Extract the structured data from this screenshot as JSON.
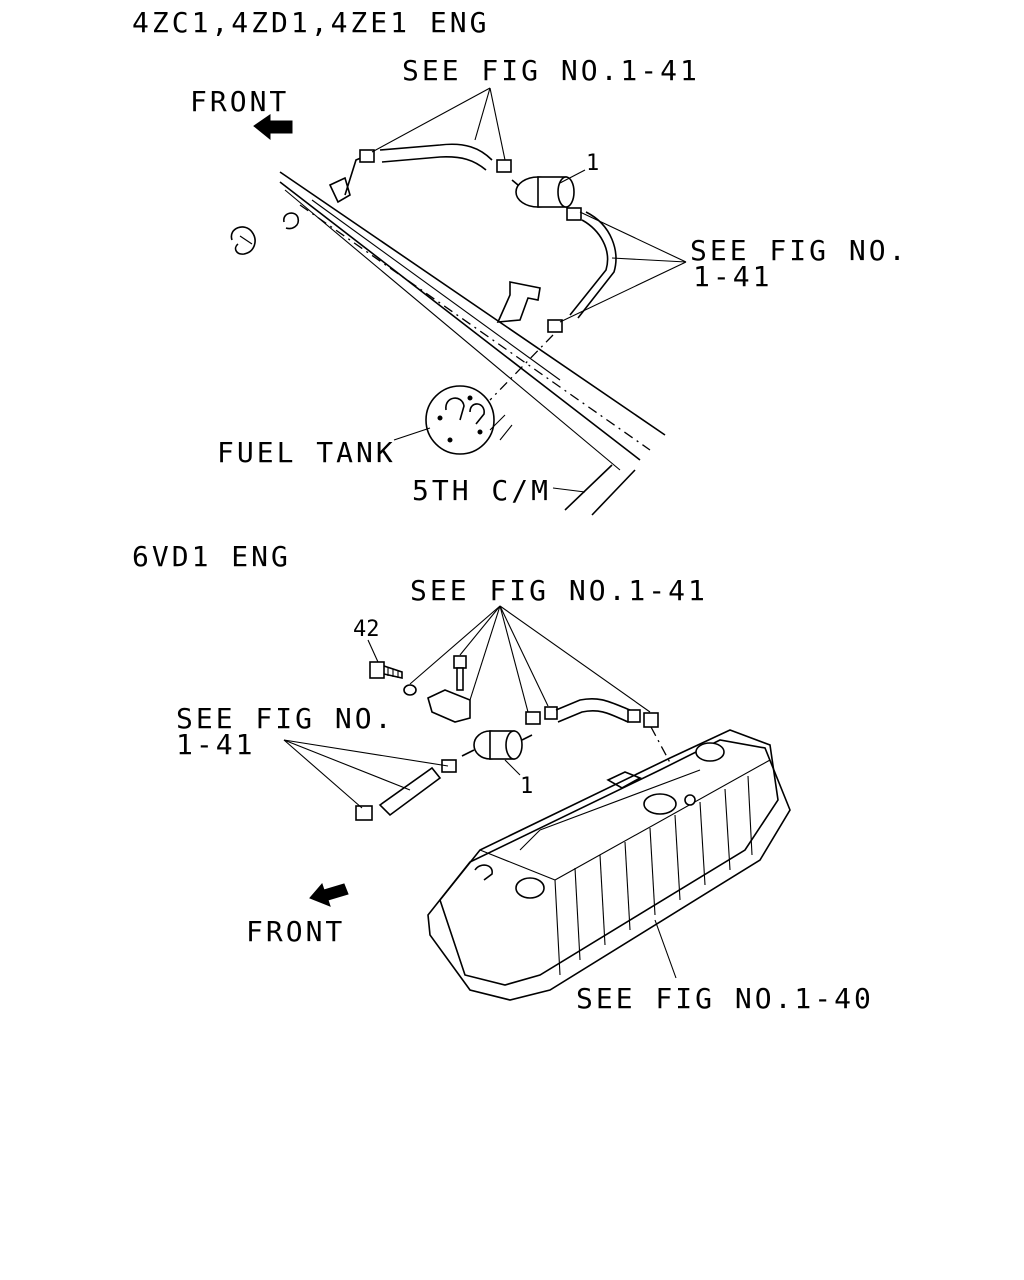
{
  "upper": {
    "heading": "4ZC1,4ZD1,4ZE1 ENG",
    "see_fig_top": "SEE FIG NO.1-41",
    "front": "FRONT",
    "part_1": "1",
    "see_fig_right_line1": "SEE FIG NO.",
    "see_fig_right_line2": "1-41",
    "fuel_tank": "FUEL TANK",
    "crossmember": "5TH C/M"
  },
  "lower": {
    "heading": "6VD1 ENG",
    "see_fig_top": "SEE FIG NO.1-41",
    "part_42": "42",
    "see_fig_left_line1": "SEE FIG NO.",
    "see_fig_left_line2": "1-41",
    "part_1": "1",
    "front": "FRONT",
    "see_fig_bottom": "SEE FIG NO.1-40"
  }
}
